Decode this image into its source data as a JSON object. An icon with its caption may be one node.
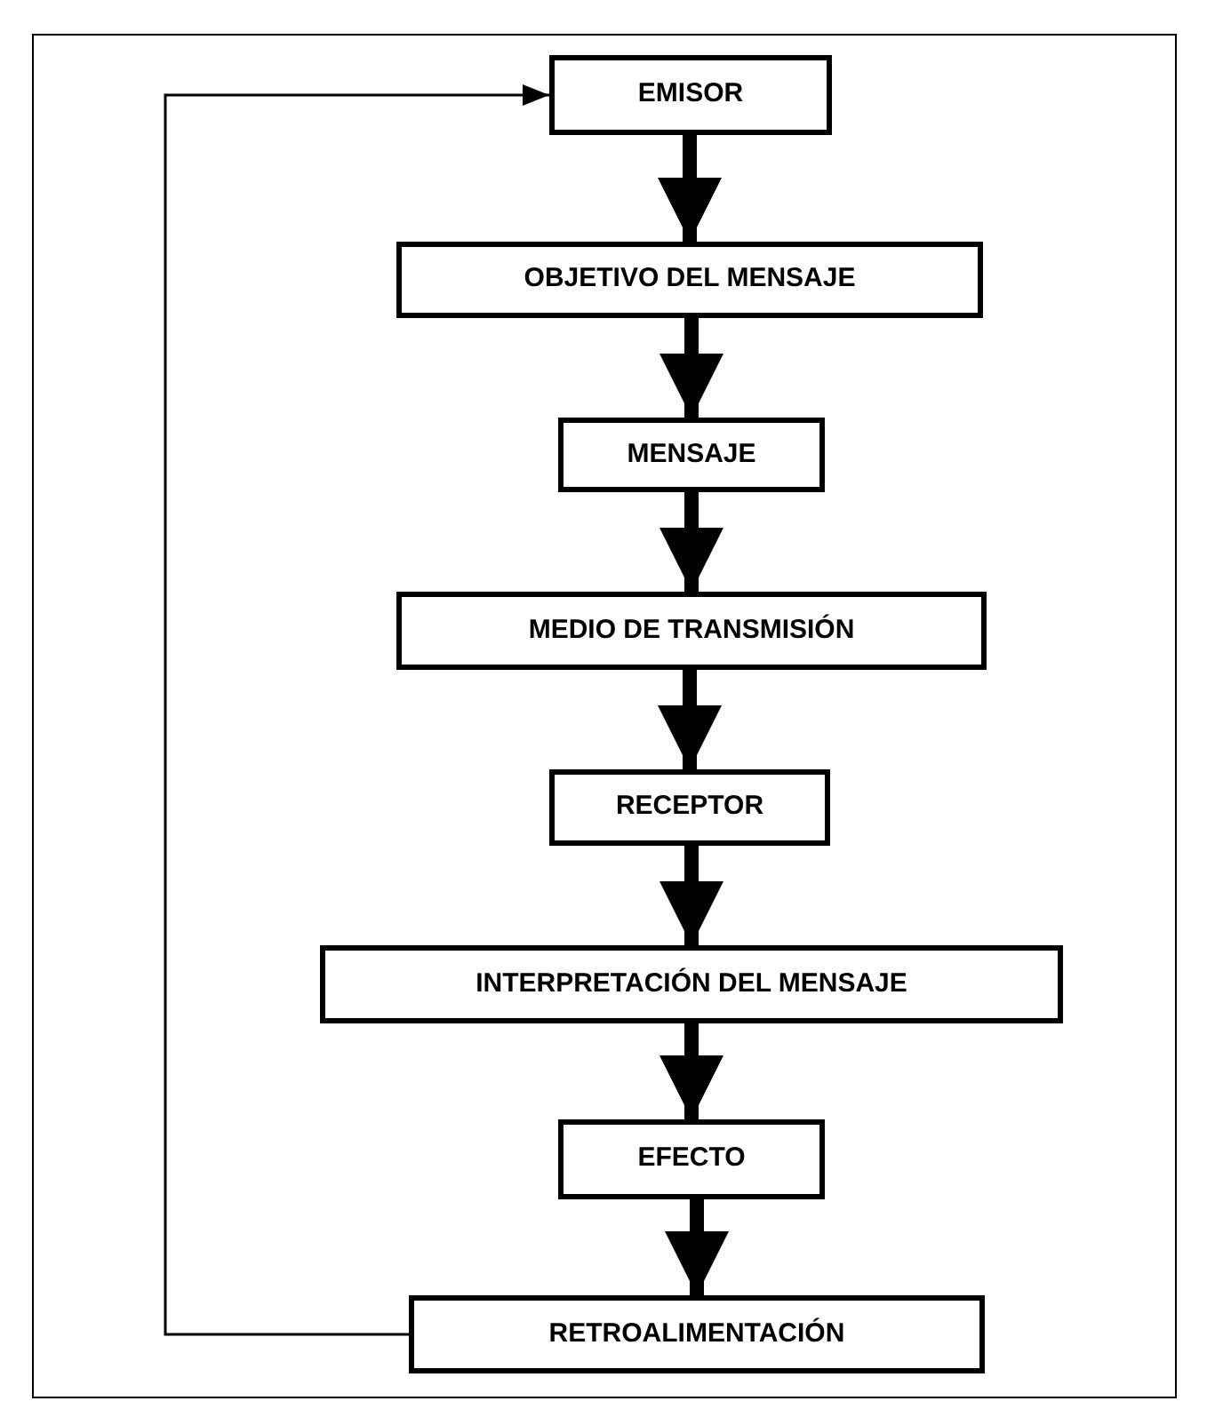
{
  "diagram": {
    "nodes": [
      {
        "text": [
          "EMISOR"
        ]
      },
      {
        "text": [
          "OBJETIVO DEL MENSAJE"
        ]
      },
      {
        "text": [
          "MENSAJE"
        ]
      },
      {
        "text": [
          "MEDIO DE TRANSMISIÓN"
        ]
      },
      {
        "text": [
          "RECEPTOR"
        ]
      },
      {
        "text": [
          "INTERPRETACIÓN DEL MENSAJE"
        ]
      },
      {
        "text": [
          "EFECTO"
        ]
      },
      {
        "text": [
          "RETROALIMENTACIÓN"
        ]
      }
    ],
    "edges": [
      {
        "from": 0,
        "to": 1,
        "arrow": "to"
      },
      {
        "from": 1,
        "to": 2,
        "arrow": "to"
      },
      {
        "from": 2,
        "to": 3,
        "arrow": "to"
      },
      {
        "from": 3,
        "to": 4,
        "arrow": "to"
      },
      {
        "from": 4,
        "to": 5,
        "arrow": "to"
      },
      {
        "from": 5,
        "to": 6,
        "arrow": "to"
      },
      {
        "from": 6,
        "to": 7,
        "arrow": "to"
      },
      {
        "from": 7,
        "to": 0,
        "arrow": "to"
      }
    ]
  }
}
